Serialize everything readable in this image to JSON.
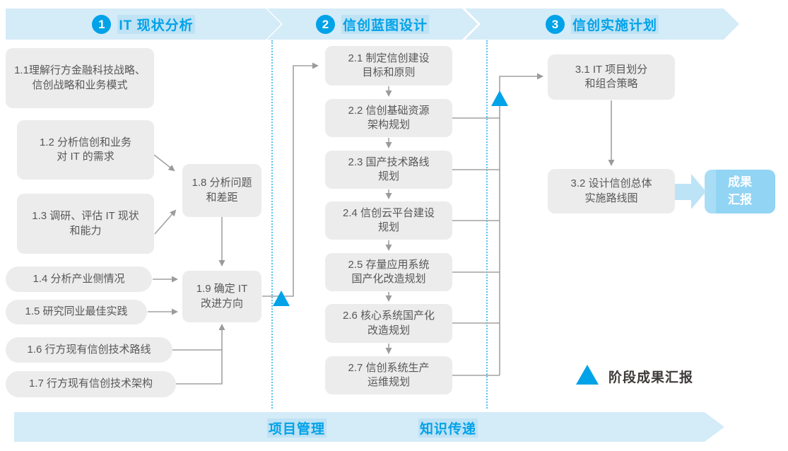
{
  "colors": {
    "accent": "#00a2e8",
    "banner_bg": "#d4ebf8",
    "box_bg": "#ececec",
    "box_text": "#595757",
    "connector_line": "#a2a2a2",
    "dotted_separator": "#58c2ee",
    "output_box_bg": "#92d4f3",
    "big_arrow": "#bde3f7",
    "legend_text": "#3e3a39"
  },
  "phases": [
    {
      "number": "1",
      "label": "IT 现状分析"
    },
    {
      "number": "2",
      "label": "信创蓝图设计"
    },
    {
      "number": "3",
      "label": "信创实施计划"
    }
  ],
  "steps": {
    "s1_1": "1.1理解行方金融科技战略、\n信创战略和业务模式",
    "s1_2": "1.2 分析信创和业务\n对 IT 的需求",
    "s1_3": "1.3 调研、评估 IT 现状\n和能力",
    "s1_4": "1.4 分析产业侧情况",
    "s1_5": "1.5 研究同业最佳实践",
    "s1_6": "1.6 行方现有信创技术路线",
    "s1_7": "1.7 行方现有信创技术架构",
    "s1_8": "1.8 分析问题\n和差距",
    "s1_9": "1.9 确定 IT\n改进方向",
    "s2_1": "2.1 制定信创建设\n目标和原则",
    "s2_2": "2.2 信创基础资源\n架构规划",
    "s2_3": "2.3 国产技术路线\n规划",
    "s2_4": "2.4 信创云平台建设\n规划",
    "s2_5": "2.5 存量应用系统\n国产化改造规划",
    "s2_6": "2.6 核心系统国产化\n改造规划",
    "s2_7": "2.7 信创系统生产\n运维规划",
    "s3_1": "3.1 IT 项目划分\n和组合策略",
    "s3_2": "3.2 设计信创总体\n实施路线图"
  },
  "output_box": "成果\n汇报",
  "bottom_bar": {
    "left_label": "项目管理",
    "right_label": "知识传递"
  },
  "legend": {
    "label": "阶段成果汇报"
  }
}
